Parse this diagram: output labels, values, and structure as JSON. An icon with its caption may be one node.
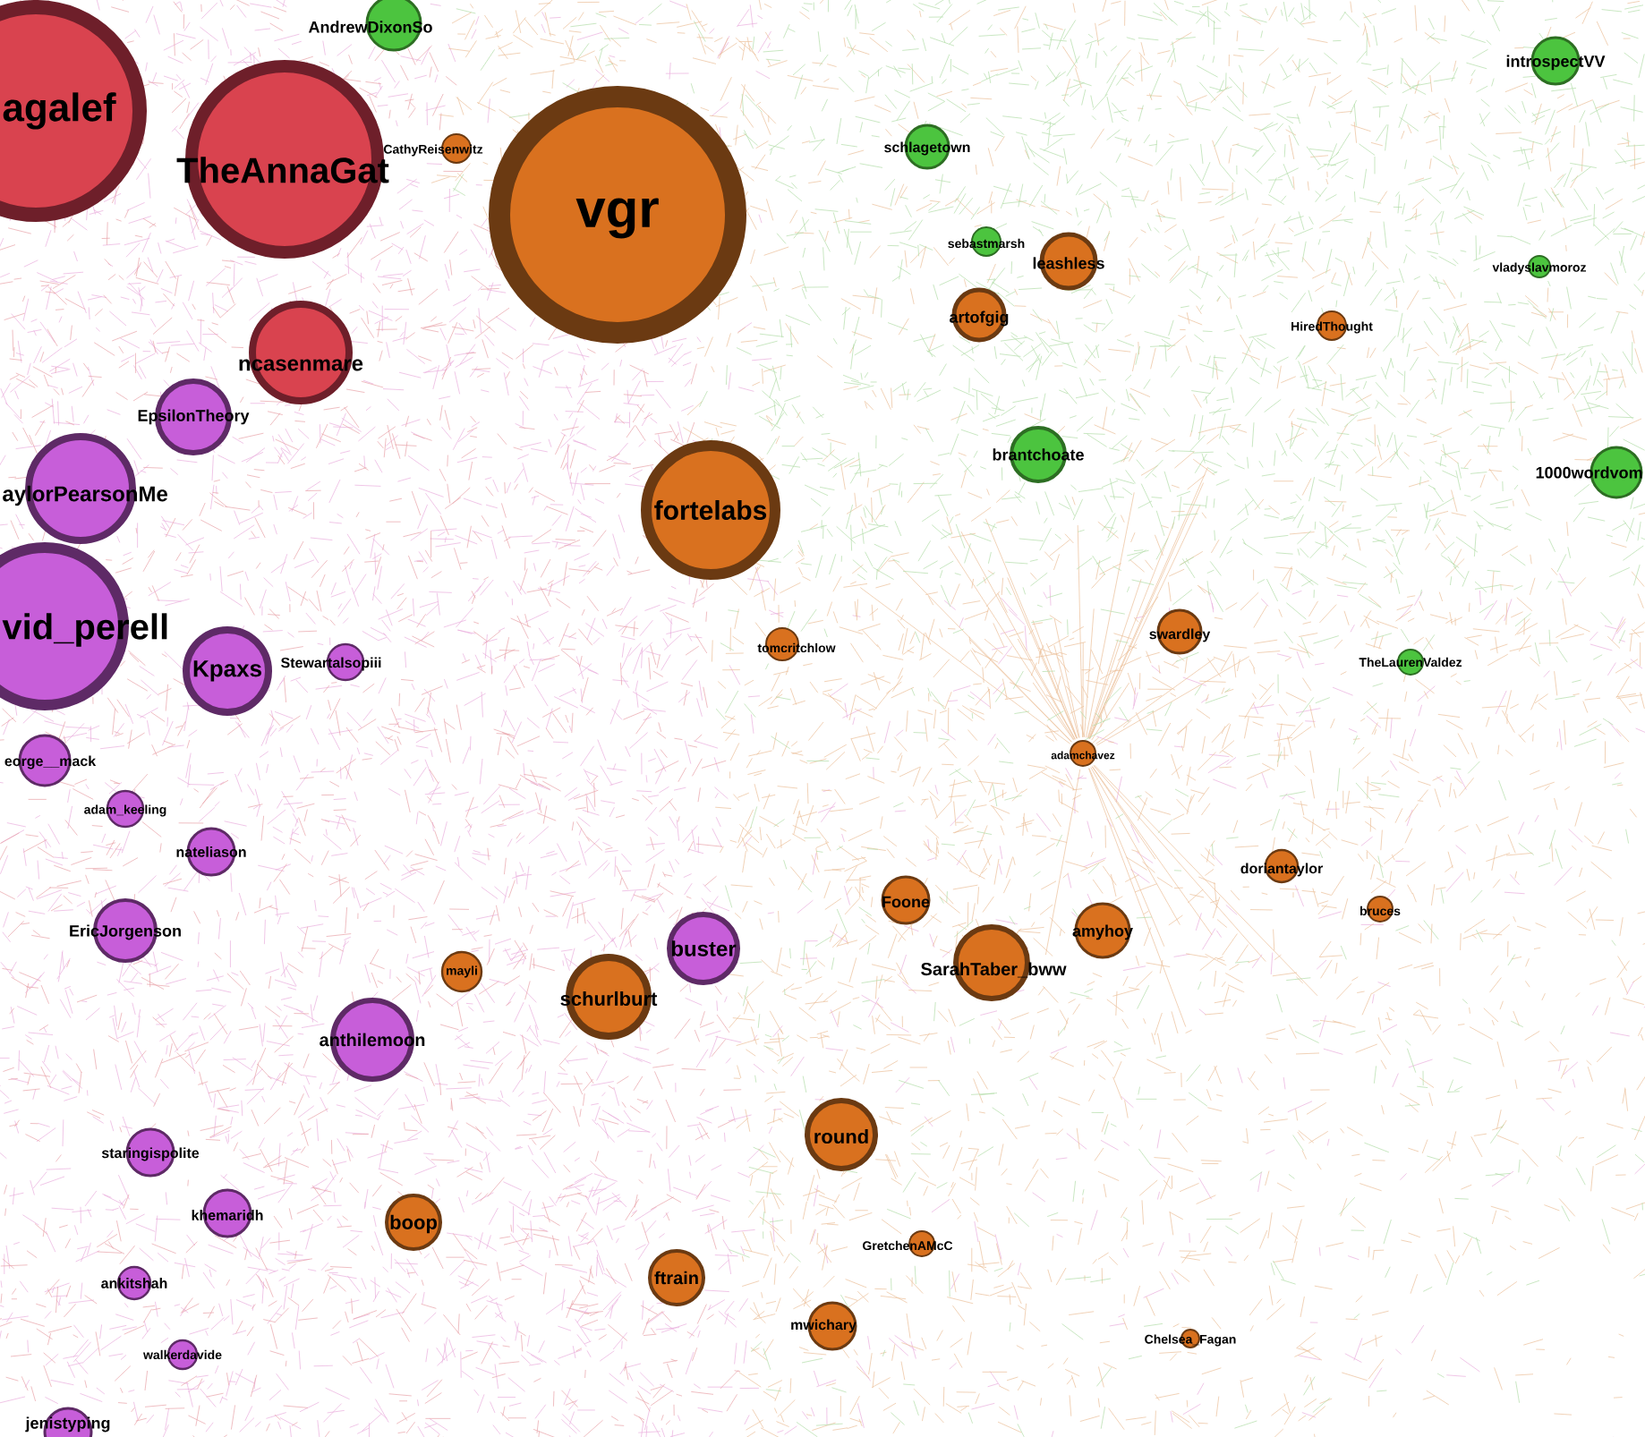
{
  "diagram": {
    "nodes": [
      {
        "text": [
          "agalef"
        ]
      },
      {
        "text": [
          "TheAnnaGat"
        ]
      },
      {
        "text": [
          "vgr"
        ]
      },
      {
        "text": [
          "AndrewDixonSo"
        ]
      },
      {
        "text": [
          "CathyReisenwitz"
        ]
      },
      {
        "text": [
          "ncasenmare"
        ]
      },
      {
        "text": [
          "EpsilonTheory"
        ]
      },
      {
        "text": [
          "aylorPearsonMe"
        ]
      },
      {
        "text": [
          "fortelabs"
        ]
      },
      {
        "text": [
          "vid_perell"
        ]
      },
      {
        "text": [
          "Kpaxs"
        ]
      },
      {
        "text": [
          "Stewartalsopiii"
        ]
      },
      {
        "text": [
          "tomcritchlow"
        ]
      },
      {
        "text": [
          "eorge__mack"
        ]
      },
      {
        "text": [
          "adam_keeling"
        ]
      },
      {
        "text": [
          "nateliason"
        ]
      },
      {
        "text": [
          "EricJorgenson"
        ]
      },
      {
        "text": [
          "buster"
        ]
      },
      {
        "text": [
          "mayli"
        ]
      },
      {
        "text": [
          "schurlburt"
        ]
      },
      {
        "text": [
          "anthilemoon"
        ]
      },
      {
        "text": [
          "staringispolite"
        ]
      },
      {
        "text": [
          "khemaridh"
        ]
      },
      {
        "text": [
          "boop"
        ]
      },
      {
        "text": [
          "ankitshah"
        ]
      },
      {
        "text": [
          "walkerdavide"
        ]
      },
      {
        "text": [
          "jenistyping"
        ]
      },
      {
        "text": [
          "ftrain"
        ]
      },
      {
        "text": [
          "round"
        ]
      },
      {
        "text": [
          "mwichary"
        ]
      },
      {
        "text": [
          "GretchenAMcC"
        ]
      },
      {
        "text": [
          "Chelsea_Fagan"
        ]
      },
      {
        "text": [
          "SarahTaber_bww"
        ]
      },
      {
        "text": [
          "Foone"
        ]
      },
      {
        "text": [
          "amyhoy"
        ]
      },
      {
        "text": [
          "adamchavez"
        ]
      },
      {
        "text": [
          "swardley"
        ]
      },
      {
        "text": [
          "TheLaurenValdez"
        ]
      },
      {
        "text": [
          "doriantaylor"
        ]
      },
      {
        "text": [
          "bruces"
        ]
      },
      {
        "text": [
          "schlagetown"
        ]
      },
      {
        "text": [
          "sebastmarsh"
        ]
      },
      {
        "text": [
          "leashless"
        ]
      },
      {
        "text": [
          "artofgig"
        ]
      },
      {
        "text": [
          "brantchoate"
        ]
      },
      {
        "text": [
          "HiredThought"
        ]
      },
      {
        "text": [
          "introspectVV"
        ]
      },
      {
        "text": [
          "vladyslavmoroz"
        ]
      },
      {
        "text": [
          "1000wordvom"
        ]
      }
    ]
  }
}
